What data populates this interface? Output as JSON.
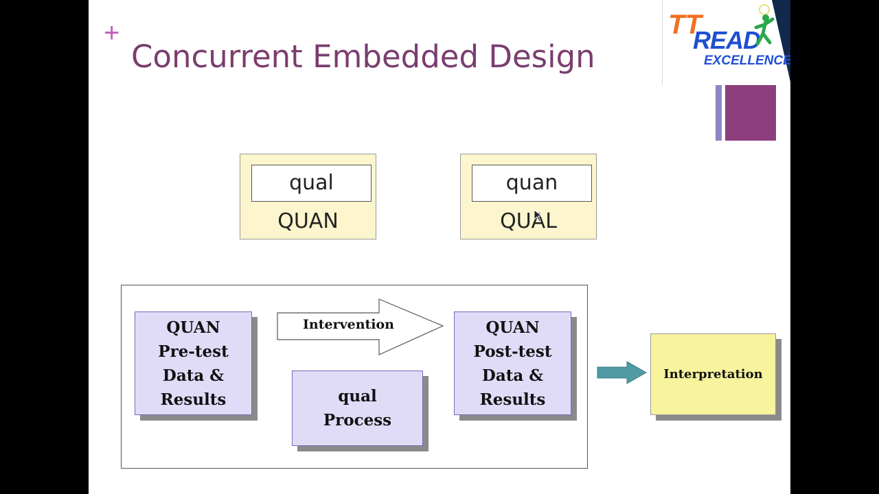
{
  "slide": {
    "plus_symbol": "+",
    "title": "Concurrent Embedded Design"
  },
  "logo": {
    "mark": "TT",
    "word": "READ",
    "sub": "EXCELLENCE"
  },
  "designs": [
    {
      "inner": "qual",
      "outer": "QUAN"
    },
    {
      "inner": "quan",
      "outer": "QUAL"
    }
  ],
  "flow": {
    "pretest": [
      "QUAN",
      "Pre-test",
      "Data &",
      "Results"
    ],
    "intervention": "Intervention",
    "process": [
      "qual",
      "Process"
    ],
    "posttest": [
      "QUAN",
      "Post-test",
      "Data &",
      "Results"
    ],
    "interpretation": "Interpretation"
  },
  "colors": {
    "title": "#7a3d6e",
    "accent_plus": "#c45cb8",
    "process_box": "#e0dcf8",
    "design_box": "#fcf5cd",
    "interpretation_box": "#f8f39d",
    "connector_arrow": "#4f9aa3"
  }
}
